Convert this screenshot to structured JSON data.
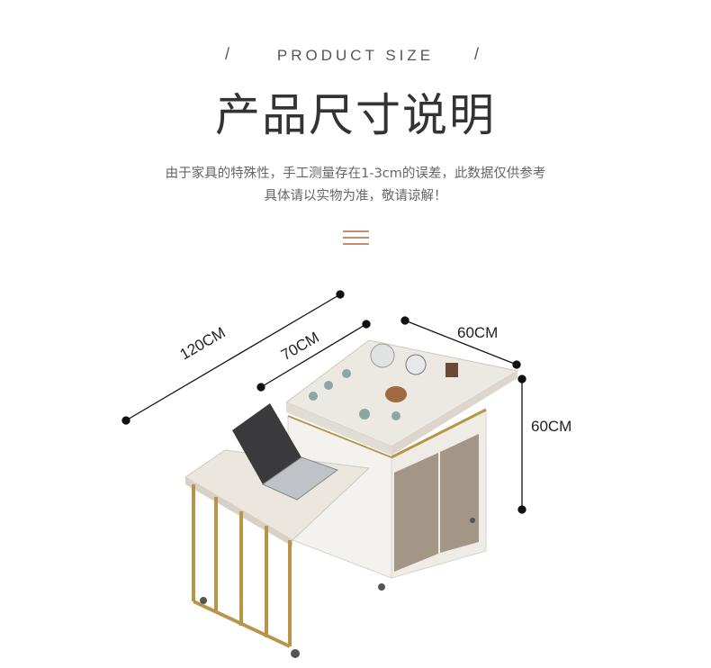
{
  "header": {
    "subtitle_en": "PRODUCT SIZE",
    "slash_left": "/",
    "slash_right": "/",
    "title": "产品尺寸说明",
    "note_line1": "由于家具的特殊性，手工测量存在1-3cm的误差，此数据仅供参考",
    "note_line2": "具体请以实物为准，敬请谅解！"
  },
  "dimensions": {
    "total_length": "120CM",
    "extension_length": "70CM",
    "depth": "60CM",
    "height": "60CM"
  },
  "colors": {
    "accent": "#c98a6e",
    "gold": "#b8954a",
    "marble": "#ece8e2"
  }
}
